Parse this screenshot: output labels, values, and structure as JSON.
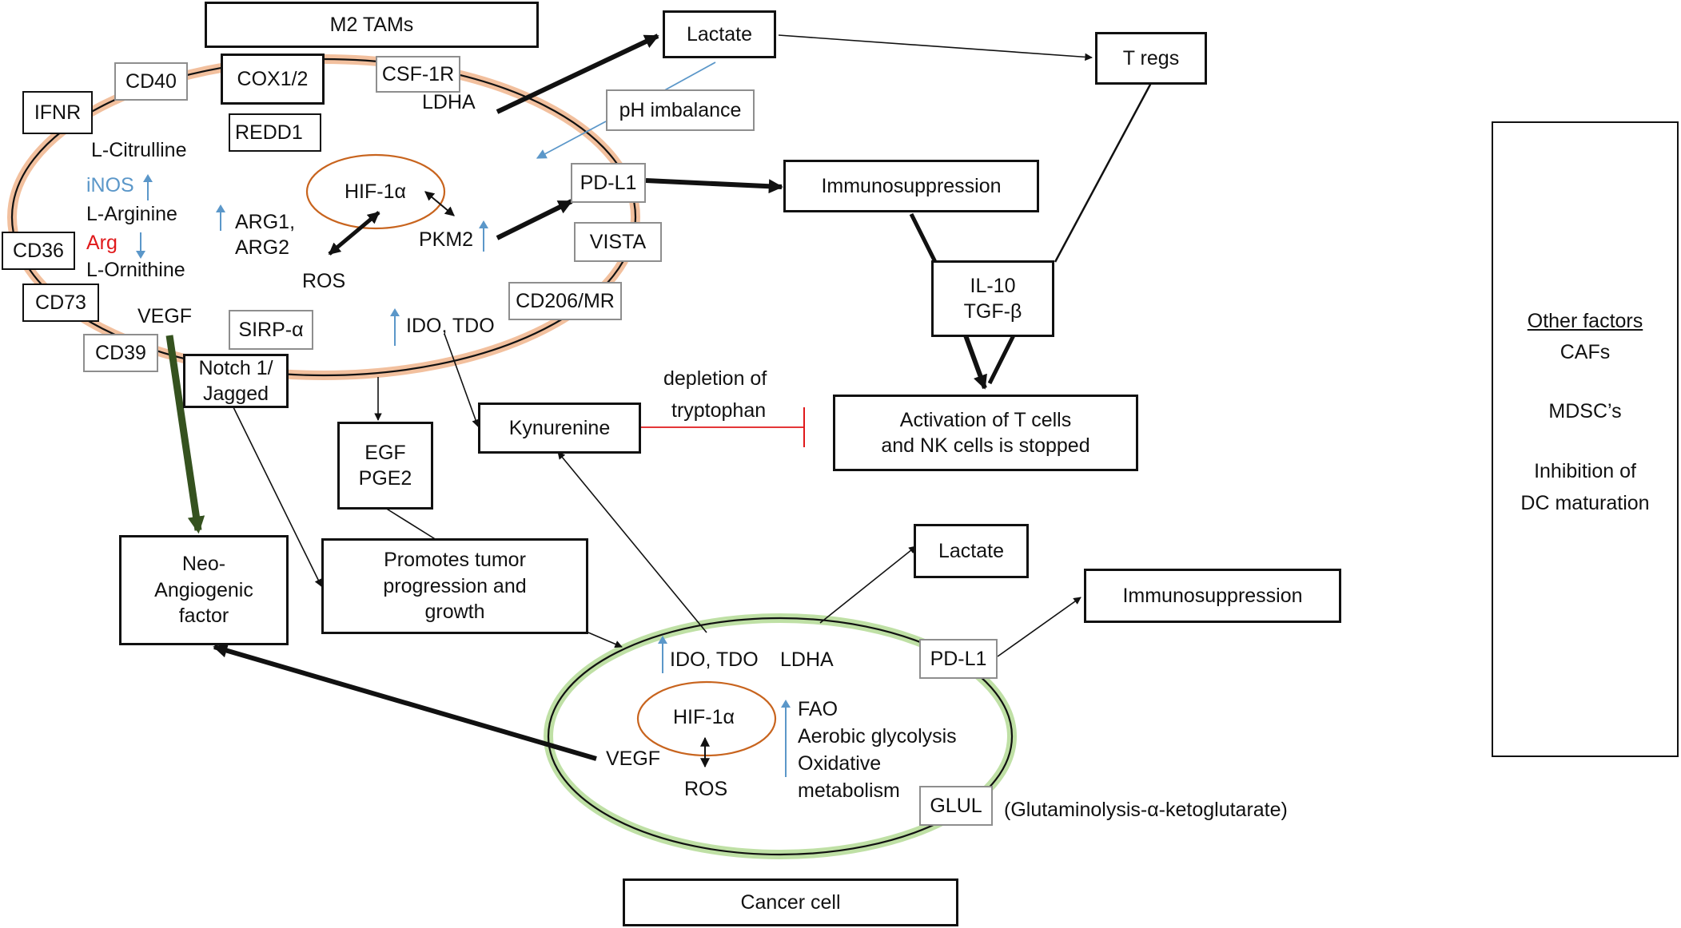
{
  "m2_tams": "M2 TAMs",
  "cancer_cell": "Cancer cell",
  "macrophage": {
    "cd40": "CD40",
    "cox": "COX1/2",
    "csf1r": "CSF-1R",
    "ifnr": "IFNR",
    "redd1": "REDD1",
    "ldha": "LDHA",
    "l_citrulline": "L-Citrulline",
    "inos": "iNOS",
    "l_arginine": "L-Arginine",
    "arg": "Arg",
    "l_ornithine": "L-Ornithine",
    "arg1": "ARG1,",
    "arg2": "ARG2",
    "hif": "HIF-1α",
    "ros": "ROS",
    "pkm2": "PKM2",
    "cd36": "CD36",
    "cd73": "CD73",
    "cd39": "CD39",
    "vegf": "VEGF",
    "sirp": "SIRP-α",
    "notch1": "Notch 1/",
    "jagged": "Jagged",
    "ido_tdo": "IDO, TDO",
    "cd206": "CD206/MR",
    "pdl1": "PD-L1",
    "vista": "VISTA"
  },
  "middle": {
    "lactate": "Lactate",
    "ph_imbalance": "pH imbalance",
    "tregs": "T regs",
    "immunosuppression": "Immunosuppression",
    "il10": "IL-10",
    "tgfb": "TGF-β",
    "activation1": "Activation of T cells",
    "activation2": "and NK cells is stopped",
    "depletion1": "depletion of",
    "depletion2": "tryptophan",
    "kynurenine": "Kynurenine",
    "egf": "EGF",
    "pge2": "PGE2",
    "neo1": "Neo-",
    "neo2": "Angiogenic",
    "neo3": "factor",
    "promotes1": "Promotes tumor",
    "promotes2": "progression and",
    "promotes3": "growth"
  },
  "cancer": {
    "ido_tdo": "IDO, TDO",
    "ldha": "LDHA",
    "pdl1": "PD-L1",
    "hif": "HIF-1α",
    "ros": "ROS",
    "vegf": "VEGF",
    "fao": "FAO",
    "aerobic": "Aerobic glycolysis",
    "oxidative": "Oxidative",
    "metabolism": "metabolism",
    "glul": "GLUL",
    "glutaminolysis": "(Glutaminolysis-α-ketoglutarate)",
    "lactate": "Lactate",
    "immunosuppression": "Immunosuppression"
  },
  "other_factors": {
    "title": "Other factors",
    "items": [
      "CAFs",
      "MDSC’s",
      "Inhibition of",
      "DC maturation"
    ]
  },
  "colors": {
    "tam_outline": "#f2c09e",
    "cancer_outline": "#bfe0a5",
    "hif_ring": "#c8641e",
    "up_down_arrow": "#5b97c9",
    "inhibition_line": "#e0191b",
    "vegf_arrow": "#35521f"
  }
}
